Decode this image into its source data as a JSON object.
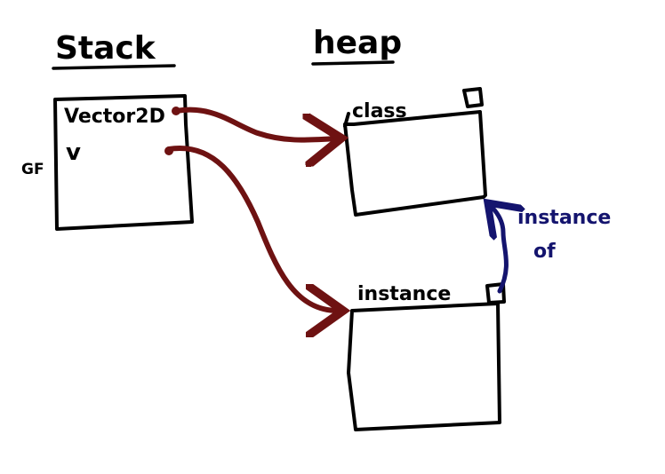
{
  "stack": {
    "heading": "Stack",
    "entries": [
      {
        "label": "Vector2D"
      },
      {
        "label": "v"
      }
    ],
    "frame_label": "GF"
  },
  "heap": {
    "heading": "heap",
    "objects": [
      {
        "label": "class"
      },
      {
        "label": "instance"
      }
    ]
  },
  "relation": {
    "label_line1": "instance",
    "label_line2": "of"
  },
  "colors": {
    "ink": "#000000",
    "pointer": "#6e1212",
    "relation": "#14146e"
  }
}
